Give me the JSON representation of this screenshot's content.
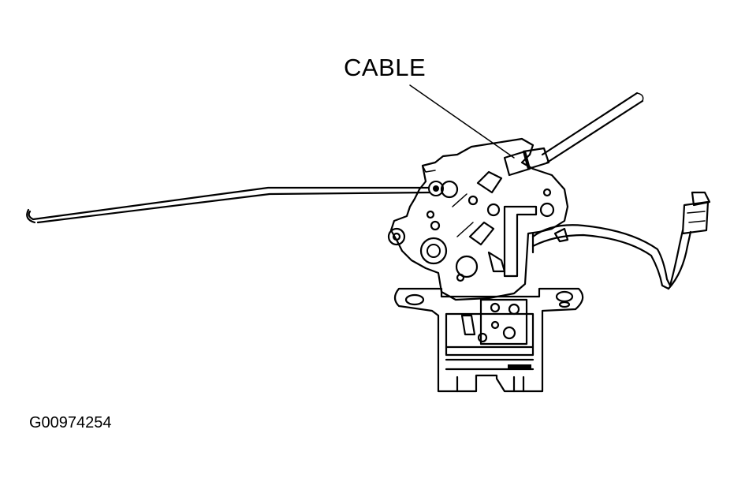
{
  "diagram": {
    "callout": "CABLE",
    "figure_id": "G00974254"
  },
  "colors": {
    "ink": "#000000",
    "background": "#ffffff"
  },
  "parts": [
    "latch-assembly",
    "release-rod",
    "cable",
    "wire-harness",
    "connector"
  ]
}
